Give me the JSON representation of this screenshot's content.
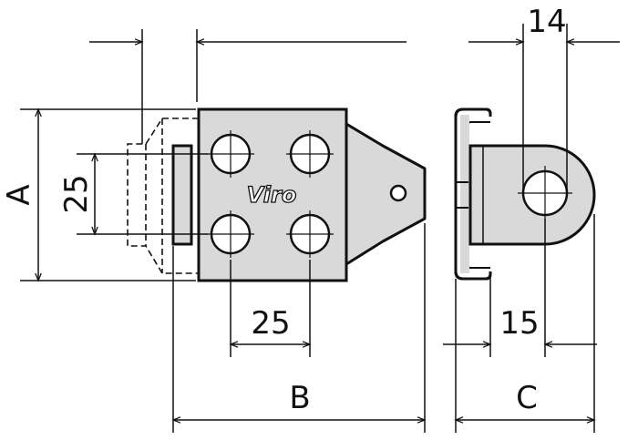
{
  "drawing": {
    "brand": "Viro",
    "colors": {
      "part_fill": "#d9d9d9",
      "line": "#111111",
      "background": "#ffffff"
    }
  },
  "dimensions": {
    "height_total": "A",
    "hole_spacing_vertical": "25",
    "hole_spacing_horizontal": "25",
    "width_total": "B",
    "eye_width": "14",
    "eye_offset": "15",
    "depth_total": "C"
  }
}
